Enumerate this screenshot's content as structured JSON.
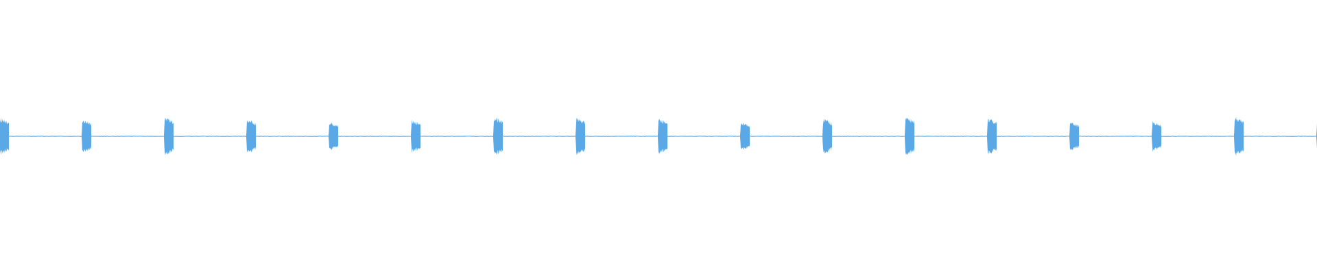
{
  "waveform": {
    "color": "#5aa9e6",
    "background": "#ffffff",
    "pulse_count": 17,
    "pulse_peaks": [
      0.9,
      0.82,
      0.95,
      0.85,
      0.7,
      0.8,
      0.96,
      0.94,
      0.88,
      0.7,
      0.86,
      0.99,
      0.92,
      0.72,
      0.75,
      0.98,
      0.8
    ],
    "baseline_noise_level": 0.03
  }
}
